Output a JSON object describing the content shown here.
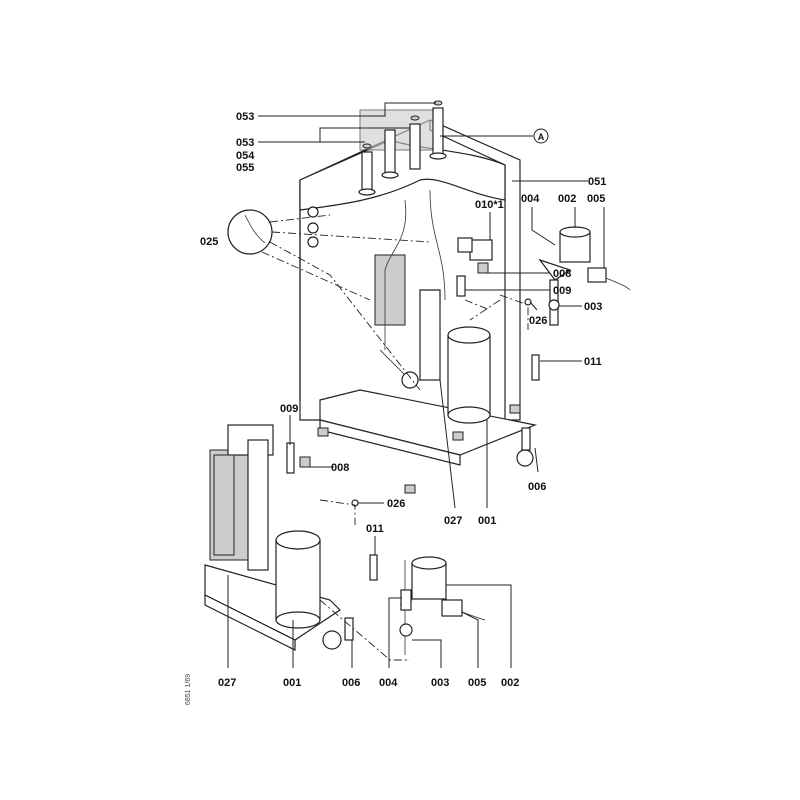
{
  "diagram": {
    "doc_code": "6851 1/69",
    "callout_A": "A",
    "labels": {
      "l053a": "053",
      "l053b": "053",
      "l054": "054",
      "l055": "055",
      "l051": "051",
      "l010": "010*1",
      "l004a": "004",
      "l002a": "002",
      "l005a": "005",
      "l025": "025",
      "l008a": "008",
      "l009a": "009",
      "l003a": "003",
      "l026a": "026",
      "l011a": "011",
      "l006a": "006",
      "l001a": "001",
      "l027a": "027",
      "l009b": "009",
      "l008b": "008",
      "l026b": "026",
      "l011b": "011",
      "l027b": "027",
      "l001b": "001",
      "l006b": "006",
      "l004b": "004",
      "l003b": "003",
      "l005b": "005",
      "l002b": "002"
    }
  }
}
